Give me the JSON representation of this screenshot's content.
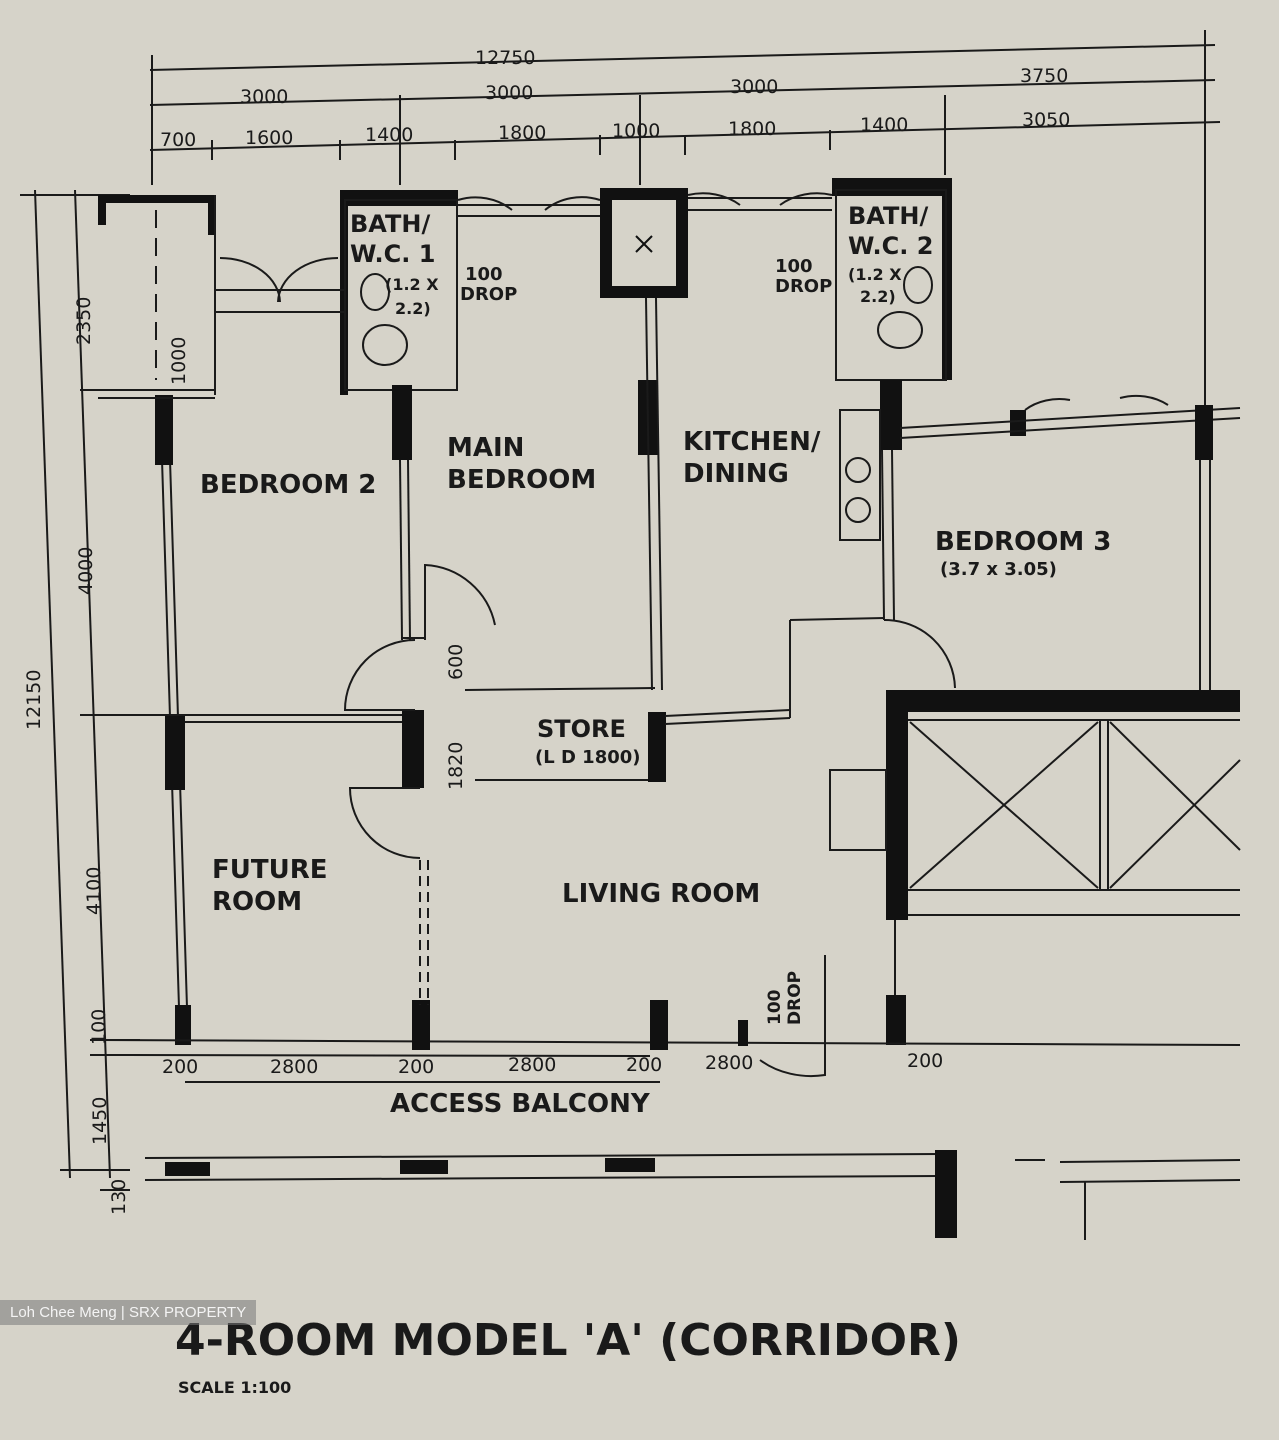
{
  "title": "4-ROOM MODEL 'A' (CORRIDOR)",
  "scale": "SCALE 1:100",
  "watermark": "Loh Chee Meng | SRX PROPERTY",
  "rooms": {
    "bedroom2": "BEDROOM 2",
    "main_bedroom_1": "MAIN",
    "main_bedroom_2": "BEDROOM",
    "kitchen_1": "KITCHEN/",
    "kitchen_2": "DINING",
    "bedroom3": "BEDROOM 3",
    "bedroom3_size": "(3.7 x 3.05)",
    "future_1": "FUTURE",
    "future_2": "ROOM",
    "living": "LIVING ROOM",
    "store": "STORE",
    "store_size": "(L D 1800)",
    "access_balcony": "ACCESS BALCONY"
  },
  "baths": {
    "bath1_1": "BATH/",
    "bath1_2": "W.C. 1",
    "bath1_size_1": "(1.2 X",
    "bath1_size_2": "2.2)",
    "bath2_1": "BATH/",
    "bath2_2": "W.C. 2",
    "bath2_size_1": "(1.2 X",
    "bath2_size_2": "2.2)",
    "drop1_1": "100",
    "drop1_2": "DROP",
    "drop2_1": "100",
    "drop2_2": "DROP",
    "drop3_1": "100",
    "drop3_2": "DROP"
  },
  "dimensions": {
    "overall": "12750",
    "row2": [
      "3000",
      "3000",
      "3000",
      "3750"
    ],
    "row3": [
      "700",
      "1600",
      "1400",
      "1800",
      "1000",
      "1800",
      "1400",
      "3050"
    ],
    "left_overall": "12150",
    "left": [
      "2350",
      "1000",
      "4000",
      "4100",
      "100",
      "1450",
      "130"
    ],
    "bottom": [
      "200",
      "2800",
      "200",
      "2800",
      "200",
      "2800",
      "200"
    ],
    "inner_600": "600",
    "inner_1820": "1820"
  }
}
